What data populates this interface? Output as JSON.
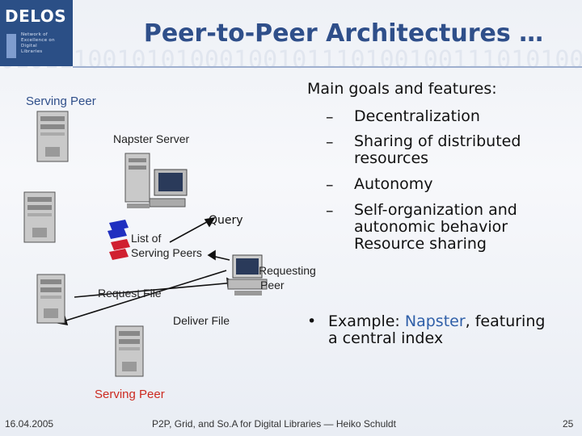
{
  "logo": {
    "name": "DELOS",
    "subtitle_lines": [
      "Network of",
      "Excellence on",
      "Digital",
      "Libraries"
    ]
  },
  "title": "Peer-to-Peer Architectures …",
  "diagram": {
    "serving_peer_top": "Serving Peer",
    "napster_server": "Napster Server",
    "query": "Query",
    "list_of": "List of",
    "serving_peers": "Serving Peers",
    "requesting": "Requesting",
    "peer": "Peer",
    "request_file": "Request File",
    "deliver_file": "Deliver File",
    "serving_peer_bottom": "Serving Peer"
  },
  "goals": {
    "heading": "Main goals and features:",
    "items": [
      {
        "dash": "–",
        "line1": "Decentralization",
        "line2": ""
      },
      {
        "dash": "–",
        "line1": "Sharing of distributed",
        "line2": "resources"
      },
      {
        "dash": "–",
        "line1": "Autonomy",
        "line2": ""
      },
      {
        "dash": "–",
        "line1": "Self-organization and",
        "line2": "autonomic behavior",
        "line3": "Resource sharing"
      }
    ]
  },
  "example": {
    "bullet": "•",
    "prefix": "Example: ",
    "link": "Napster",
    "suffix": ", featuring",
    "line2": "a central index"
  },
  "footer": {
    "date": "16.04.2005",
    "center": "P2P, Grid, and So.A for Digital Libraries — Heiko Schuldt",
    "page": "25"
  },
  "colors": {
    "title": "#2f4f8a",
    "accent_text": "#2f4f8a",
    "link": "#2f5fa8",
    "logo_bg": "#2b4f86"
  },
  "icons": [
    "server-tower-icon",
    "desktop-computer-icon",
    "list-documents-icon"
  ]
}
